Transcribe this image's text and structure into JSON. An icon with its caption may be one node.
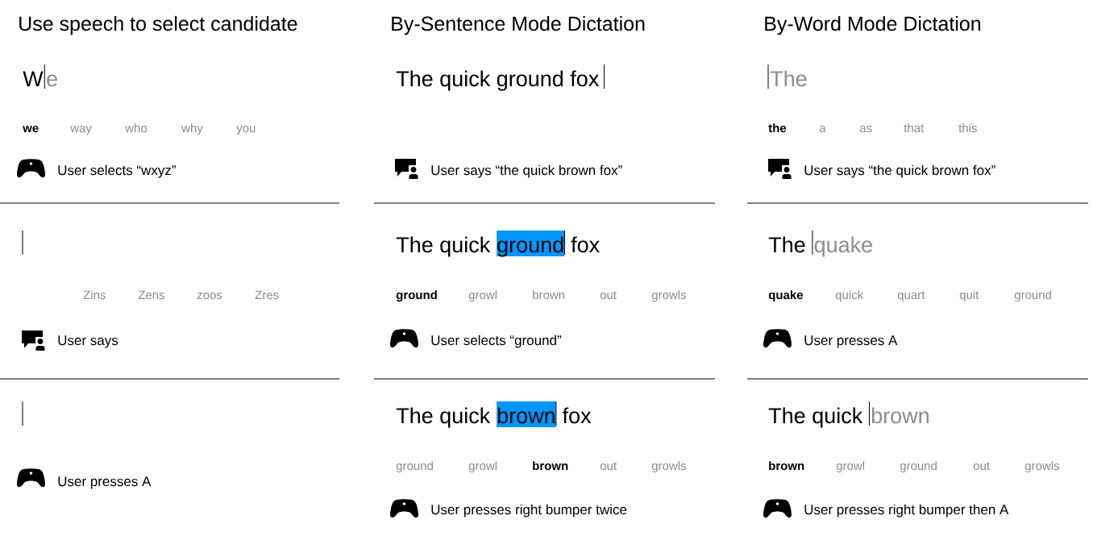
{
  "diagram": {
    "nodes": [
      {
        "text": [
          "ground"
        ]
      },
      {
        "text": [
          "brown"
        ]
      }
    ],
    "labels": [
      "Use speech to select candidate",
      "W",
      "e",
      "we",
      "way",
      "who",
      "why",
      "you",
      "User selects “wxyz”",
      "Zins",
      "Zens",
      "zoos",
      "Zres",
      "User says",
      "User presses A",
      "By-Sentence Mode Dictation",
      "The quick ground fox",
      "User says “the quick brown fox”",
      "The quick",
      "fox",
      "ground",
      "growl",
      "brown",
      "out",
      "growls",
      "User selects “ground”",
      "The quick",
      "fox",
      "ground",
      "growl",
      "brown",
      "out",
      "growls",
      "User presses right bumper twice",
      "By-Word Mode Dictation",
      "The",
      "the",
      "a",
      "as",
      "that",
      "this",
      "User says “the quick brown fox”",
      "The",
      "quake",
      "quake",
      "quick",
      "quart",
      "quit",
      "ground",
      "User presses A",
      "The quick",
      "brown",
      "brown",
      "growl",
      "ground",
      "out",
      "growls",
      "User presses right bumper then A"
    ]
  }
}
